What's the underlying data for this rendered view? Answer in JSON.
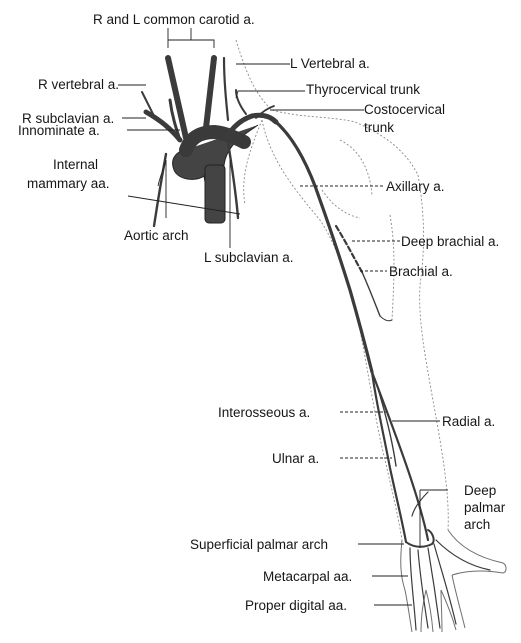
{
  "labels": {
    "common_carotid": "R and L common carotid a.",
    "l_vertebral": "L Vertebral a.",
    "r_vertebral": "R vertebral a.",
    "thyrocervical": "Thyrocervical trunk",
    "r_subclavian": "R subclavian a.",
    "costocervical_1": "Costocervical",
    "costocervical_2": "trunk",
    "innominate": "Innominate a.",
    "internal_mammary_1": "Internal",
    "internal_mammary_2": "mammary aa.",
    "axillary": "Axillary a.",
    "aortic_arch": "Aortic arch",
    "deep_brachial": "Deep brachial a.",
    "l_subclavian": "L subclavian a.",
    "brachial": "Brachial a.",
    "interosseous": "Interosseous a.",
    "radial": "Radial a.",
    "ulnar": "Ulnar a.",
    "deep_palmar_1": "Deep",
    "deep_palmar_2": "palmar",
    "deep_palmar_3": "arch",
    "superficial_palmar": "Superficial palmar arch",
    "metacarpal": "Metacarpal aa.",
    "proper_digital": "Proper digital aa."
  }
}
